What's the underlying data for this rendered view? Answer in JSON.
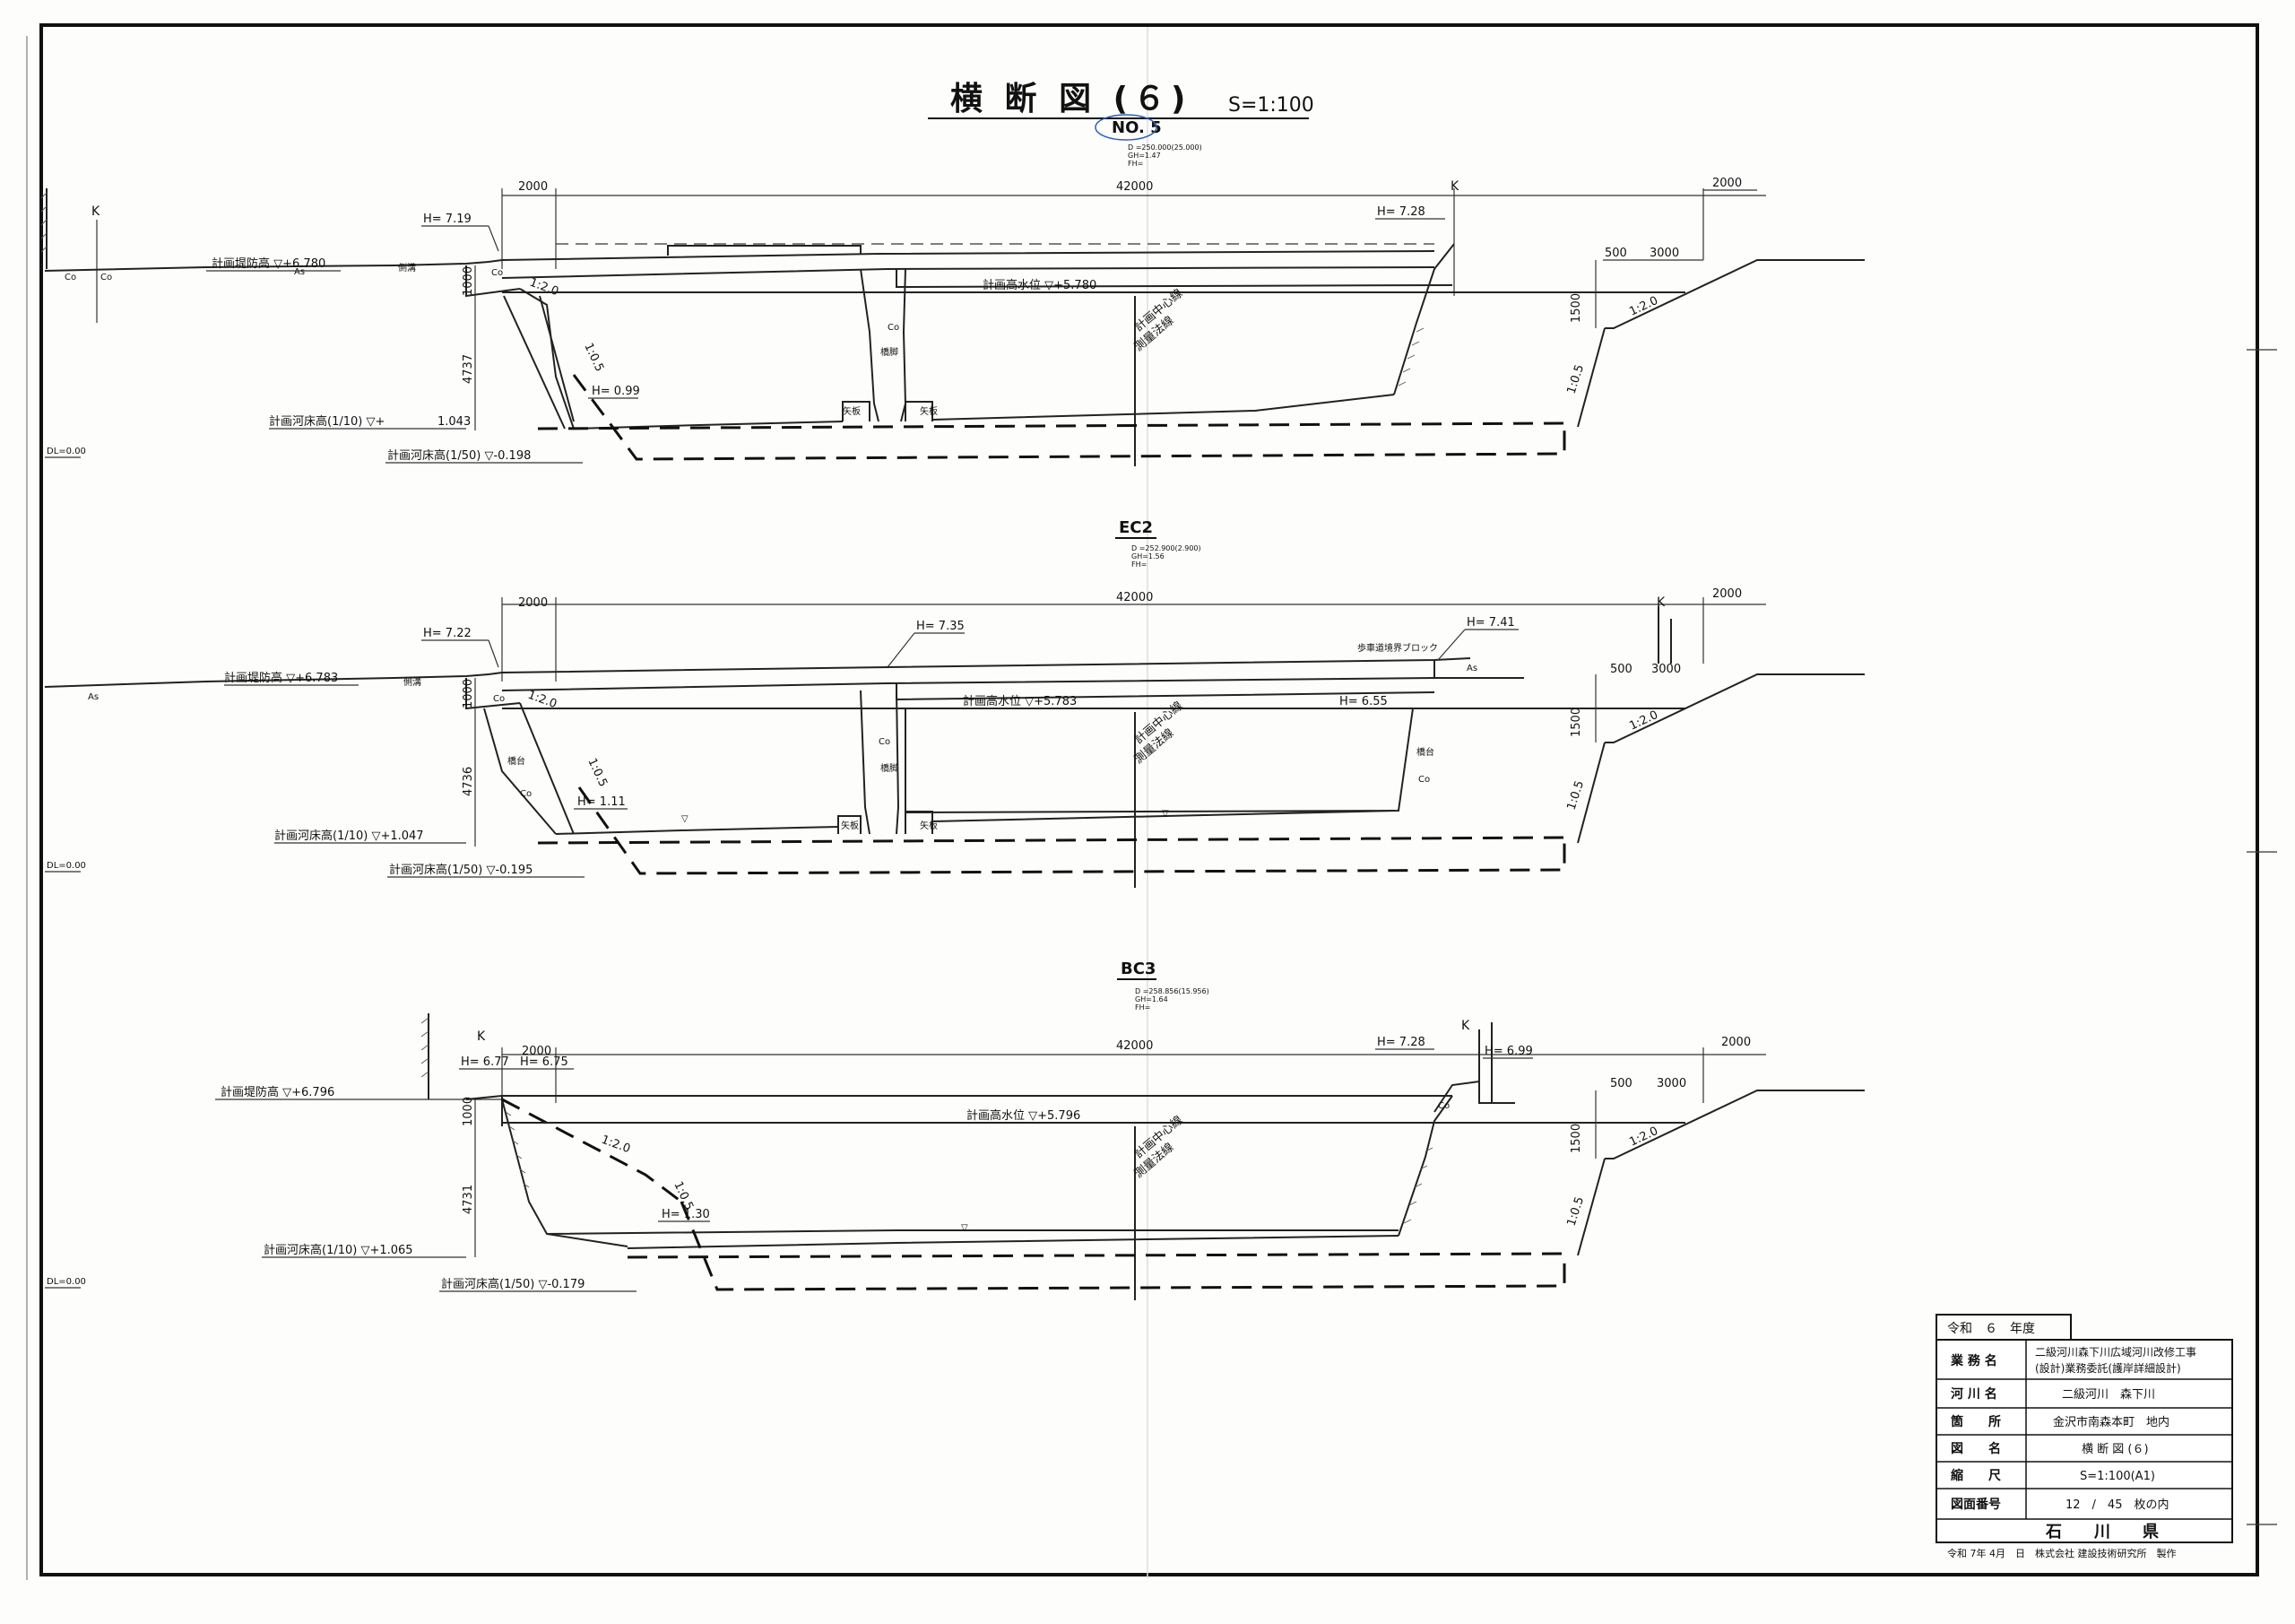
{
  "title": "横 断 図 (６)",
  "scale": "S=1:100",
  "sections": [
    {
      "name": "NO. 5",
      "meta": [
        "D =250.000(25.000)",
        "GH=1.47",
        "FH="
      ],
      "top_width": "42000",
      "left_berm": "2000",
      "right_berm": "2000",
      "h_left": "H= 7.19",
      "h_right": "H= 7.28",
      "h_bottom": "H= 0.99",
      "embankment": "計画堤防高 ▽+6.780",
      "hwl": "計画高水位 ▽+5.780",
      "bed_10": "計画河床高(1/10) ▽+",
      "bed_10_val": "1.043",
      "bed_50": "計画河床高(1/50) ▽-0.198",
      "dim_1000": "1000",
      "dim_h": "4737",
      "dim_500": "500",
      "dim_3000": "3000",
      "dim_1500": "1500",
      "slope_20": "1:2.0",
      "slope_05": "1:0.5",
      "center": "計画中心線",
      "survey": "測量法線",
      "dl": "DL=0.00"
    },
    {
      "name": "EC2",
      "meta": [
        "D =252.900(2.900)",
        "GH=1.56",
        "FH="
      ],
      "top_width": "42000",
      "left_berm": "2000",
      "right_berm": "2000",
      "h_left": "H= 7.22",
      "h_mid": "H= 7.35",
      "h_right": "H= 7.41",
      "h_right2": "H= 6.55",
      "h_bottom": "H= 1.11",
      "embankment": "計画堤防高 ▽+6.783",
      "hwl": "計画高水位 ▽+5.783",
      "bed_10": "計画河床高(1/10) ▽+1.047",
      "bed_50": "計画河床高(1/50) ▽-0.195",
      "dim_1000": "1000",
      "dim_h": "4736",
      "dim_500": "500",
      "dim_3000": "3000",
      "dim_1500": "1500",
      "slope_20": "1:2.0",
      "slope_05": "1:0.5",
      "center": "計画中心線",
      "survey": "測量法線",
      "block": "歩車道境界ブロック",
      "abut": "橋台",
      "dl": "DL=0.00"
    },
    {
      "name": "BC3",
      "meta": [
        "D =258.856(15.956)",
        "GH=1.64",
        "FH="
      ],
      "top_width": "42000",
      "left_berm": "2000",
      "right_berm": "2000",
      "h_left": "H= 6.77",
      "h_left2": "H= 6.75",
      "h_right": "H= 7.28",
      "h_right2": "H= 6.99",
      "h_bottom": "H= 1.30",
      "embankment": "計画堤防高 ▽+6.796",
      "hwl": "計画高水位 ▽+5.796",
      "bed_10": "計画河床高(1/10) ▽+1.065",
      "bed_50": "計画河床高(1/50) ▽-0.179",
      "dim_1000": "1000",
      "dim_h": "4731",
      "dim_500": "500",
      "dim_3000": "3000",
      "dim_1500": "1500",
      "slope_20": "1:2.0",
      "slope_05": "1:0.5",
      "center": "計画中心線",
      "survey": "測量法線",
      "dl": "DL=0.00"
    }
  ],
  "labels": {
    "co": "Co",
    "as": "As",
    "k": "K",
    "pier": "橋脚",
    "sheet_pile": "矢板",
    "drain": "側溝"
  },
  "title_block": {
    "year": "令和　６　年度",
    "rows": [
      {
        "key": "業 務 名",
        "value": "二級河川森下川広域河川改修工事\n(設計)業務委託(護岸詳細設計)"
      },
      {
        "key": "河 川 名",
        "value": "二級河川　森下川"
      },
      {
        "key": "箇　　所",
        "value": "金沢市南森本町　地内"
      },
      {
        "key": "図　　名",
        "value": "横 断 図 (６)"
      },
      {
        "key": "縮　　尺",
        "value": "S=1:100(A1)"
      },
      {
        "key": "図面番号",
        "value": "12　/　45　枚の内"
      }
    ],
    "client": "石　　川　　県",
    "footer": "令和 7年 4月　日　株式会社 建設技術研究所　製作"
  }
}
